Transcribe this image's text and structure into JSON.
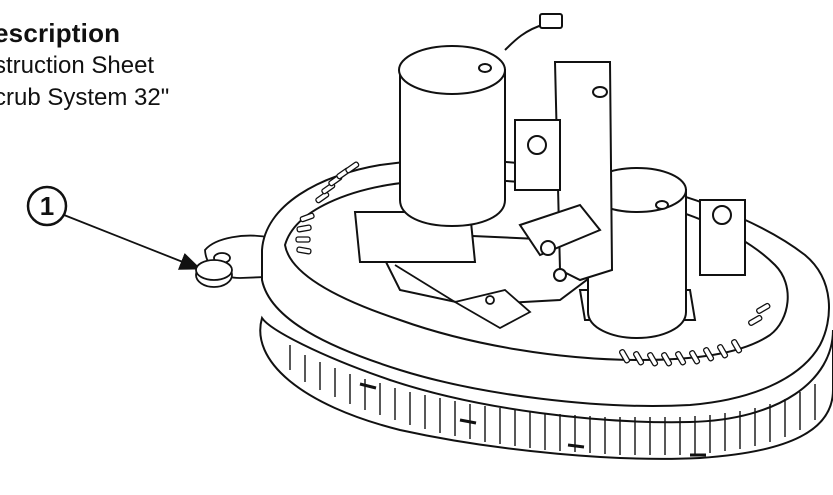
{
  "description": {
    "heading": "escription",
    "lines": [
      "struction Sheet",
      "crub System 32\""
    ]
  },
  "callout": {
    "number": "1"
  },
  "colors": {
    "line": "#111111",
    "background": "#ffffff"
  }
}
